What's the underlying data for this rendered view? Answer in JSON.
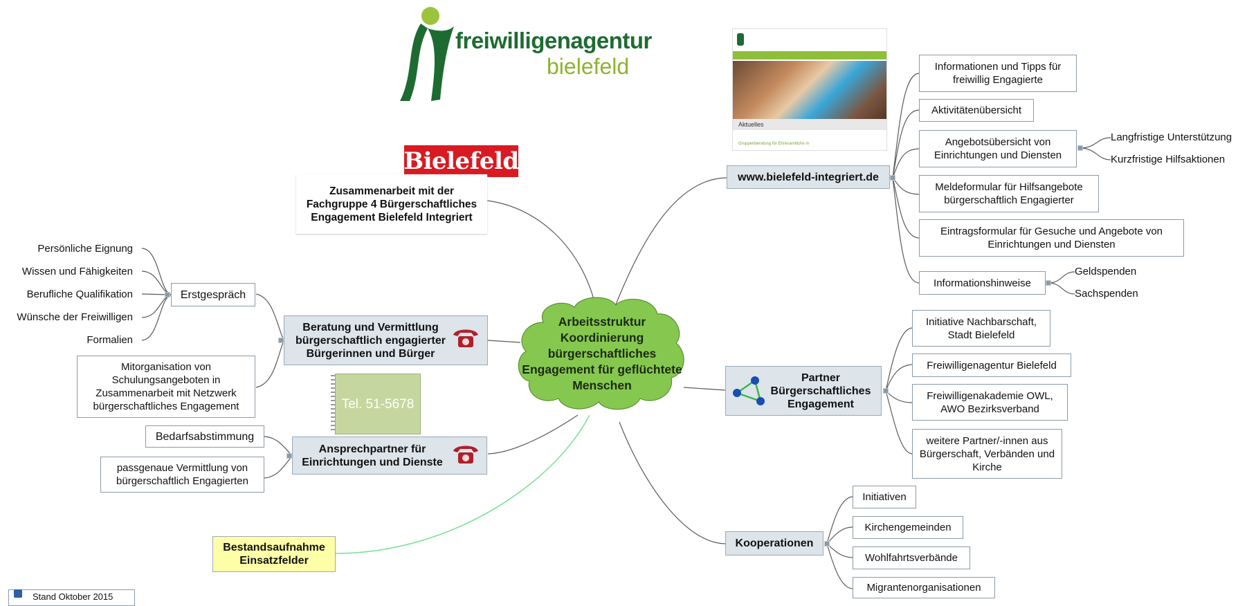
{
  "logo": {
    "line1": "freiwilligenagentur",
    "line2": "bielefeld"
  },
  "bielefeld_logo": "Bielefeld",
  "center": {
    "label": "Arbeitsstruktur Koordinierung bürgerschaftliches Engagement für geflüchtete Menschen"
  },
  "website_thumbnail": {
    "caption": "Aktuelles",
    "sub": "Gruppenberatung für Ehrenamtliche in"
  },
  "branches": {
    "zusammenarbeit": "Zusammenarbeit mit der Fachgruppe 4 Bürgerschaftliches Engagement Bielefeld Integriert",
    "beratung": "Beratung und Vermittlung bürgerschaftlich engagierter Bürgerinnen und Bürger",
    "ansprechpartner": "Ansprechpartner für Einrichtungen und Dienste",
    "bestandsaufnahme": "Bestandsaufnahme Einsatzfelder",
    "website": "www.bielefeld-integriert.de",
    "partner": "Partner Bürgerschaftliches Engagement",
    "kooperationen": "Kooperationen"
  },
  "tel": "Tel. 51-5678",
  "erstgespraech": {
    "label": "Erstgespräch",
    "items": [
      "Persönliche Eignung",
      "Wissen und Fähigkeiten",
      "Berufliche Qualifikation",
      "Wünsche der Freiwilligen",
      "Formalien"
    ]
  },
  "mitorganisation": "Mitorganisation von Schulungsangeboten in Zusammenarbeit mit Netzwerk bürgerschaftliches Engagement",
  "ansprechpartner_items": [
    "Bedarfsabstimmung",
    "passgenaue Vermittlung von bürgerschaftlich Engagierten"
  ],
  "website_items": {
    "infos": "Informationen und Tipps für freiwillig Engagierte",
    "aktivitaeten": "Aktivitätenübersicht",
    "angebote": "Angebotsübersicht von Einrichtungen und Diensten",
    "angebote_children": [
      "Langfristige Unterstützung",
      "Kurzfristige Hilfsaktionen"
    ],
    "meldeformular": "Meldeformular für Hilfsangebote bürgerschaftlich Engagierter",
    "eintragsformular": "Eintragsformular für Gesuche und Angebote von Einrichtungen und Diensten",
    "hinweise": "Informationshinweise",
    "hinweise_children": [
      "Geldspenden",
      "Sachspenden"
    ]
  },
  "partner_items": [
    "Initiative Nachbarschaft, Stadt Bielefeld",
    "Freiwilligenagentur Bielefeld",
    "Freiwilligenakademie OWL, AWO Bezirksverband",
    "weitere Partner/-innen aus Bürgerschaft, Verbänden und Kirche"
  ],
  "kooperationen_items": [
    "Initiativen",
    "Kirchengemeinden",
    "Wohlfahrtsverbände",
    "Migrantenorganisationen"
  ],
  "footer": "Stand Oktober 2015",
  "colors": {
    "center_fill": "#86c84f",
    "main_node": "#dde4ea",
    "highlight_node": "#ffffa8",
    "connector": "#5a5a5a",
    "green_connector": "#7de39a"
  }
}
